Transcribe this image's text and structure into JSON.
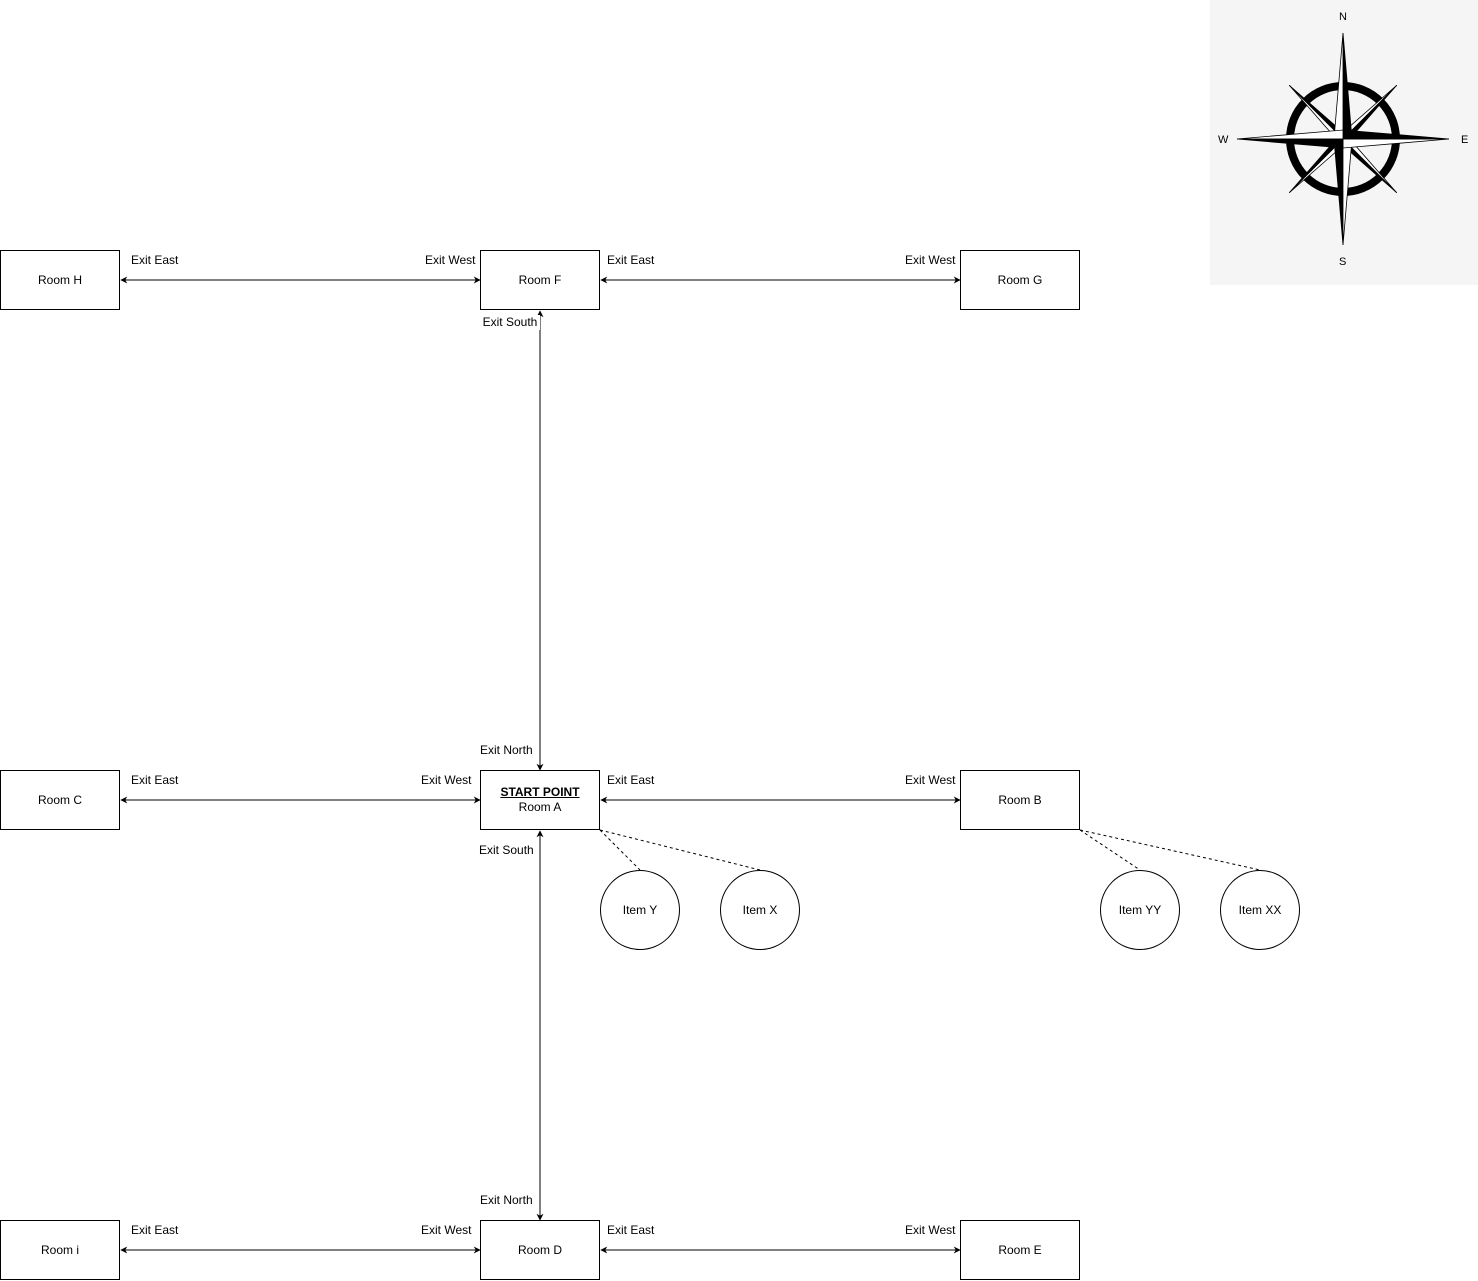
{
  "rooms": {
    "H": {
      "label": "Room H"
    },
    "F": {
      "label": "Room F"
    },
    "G": {
      "label": "Room G"
    },
    "C": {
      "label": "Room C"
    },
    "A": {
      "start": "START POINT",
      "label": "Room A"
    },
    "B": {
      "label": "Room B"
    },
    "I": {
      "label": "Room i"
    },
    "D": {
      "label": "Room D"
    },
    "E": {
      "label": "Room E"
    }
  },
  "items": {
    "Y": "Item Y",
    "X": "Item X",
    "YY": "Item YY",
    "XX": "Item XX"
  },
  "exit_labels": {
    "h_east": "Exit East",
    "f_west": "Exit West",
    "f_east": "Exit East",
    "g_west": "Exit West",
    "f_south": "Exit South",
    "a_north": "Exit North",
    "c_east": "Exit East",
    "a_west": "Exit West",
    "a_east": "Exit East",
    "b_west": "Exit West",
    "a_south": "Exit South",
    "d_north": "Exit North",
    "i_east": "Exit East",
    "d_west": "Exit West",
    "d_east": "Exit East",
    "e_west": "Exit West"
  },
  "compass": {
    "n": "N",
    "e": "E",
    "s": "S",
    "w": "W"
  }
}
